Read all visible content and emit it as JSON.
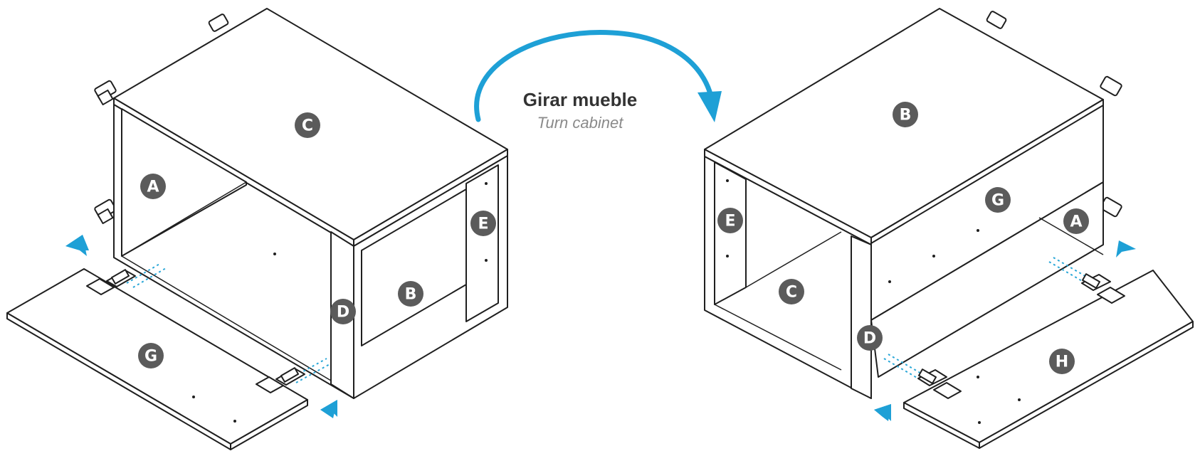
{
  "caption": {
    "title": "Girar mueble",
    "subtitle": "Turn cabinet"
  },
  "left_assembly": {
    "labels": [
      "C",
      "A",
      "E",
      "B",
      "D",
      "G"
    ]
  },
  "right_assembly": {
    "labels": [
      "B",
      "G",
      "A",
      "E",
      "C",
      "D",
      "H"
    ]
  },
  "colors": {
    "arrow": "#1ea0d6",
    "badge": "#5b5b5b",
    "line": "#1f1f1f"
  }
}
